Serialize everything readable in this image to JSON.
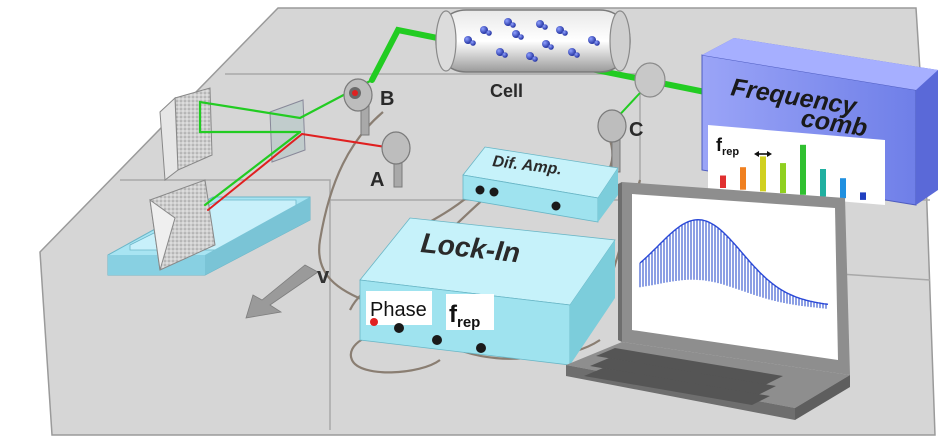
{
  "labels": {
    "cell": "Cell",
    "detector_a": "A",
    "detector_b": "B",
    "detector_c": "C",
    "velocity": "v",
    "dif_amp": "Dif. Amp.",
    "lock_in": "Lock-In",
    "phase": "Phase",
    "frep_base": "f",
    "frep_sub": "rep",
    "comb_line1": "Frequency",
    "comb_line2": "comb",
    "comb_frep_base": "f",
    "comb_frep_sub": "rep"
  },
  "colors": {
    "beam_green": "#22cc22",
    "beam_red": "#e02020",
    "comb_box": "#7f8df0",
    "instrument_box": "#9fe3ef",
    "table": "#cfcfcf"
  },
  "icons": {
    "phase_indicator": "red-dot-icon",
    "velocity_arrow": "arrow-down-left-icon",
    "spectrum_plot": "spectrum-icon"
  },
  "comb_lines": {
    "colors": [
      "#e03030",
      "#f08020",
      "#d0d020",
      "#90d020",
      "#30c030",
      "#20b0a0",
      "#2090e0",
      "#2040c0"
    ],
    "heights": [
      0.25,
      0.45,
      0.7,
      0.6,
      1.0,
      0.55,
      0.4,
      0.15
    ]
  }
}
